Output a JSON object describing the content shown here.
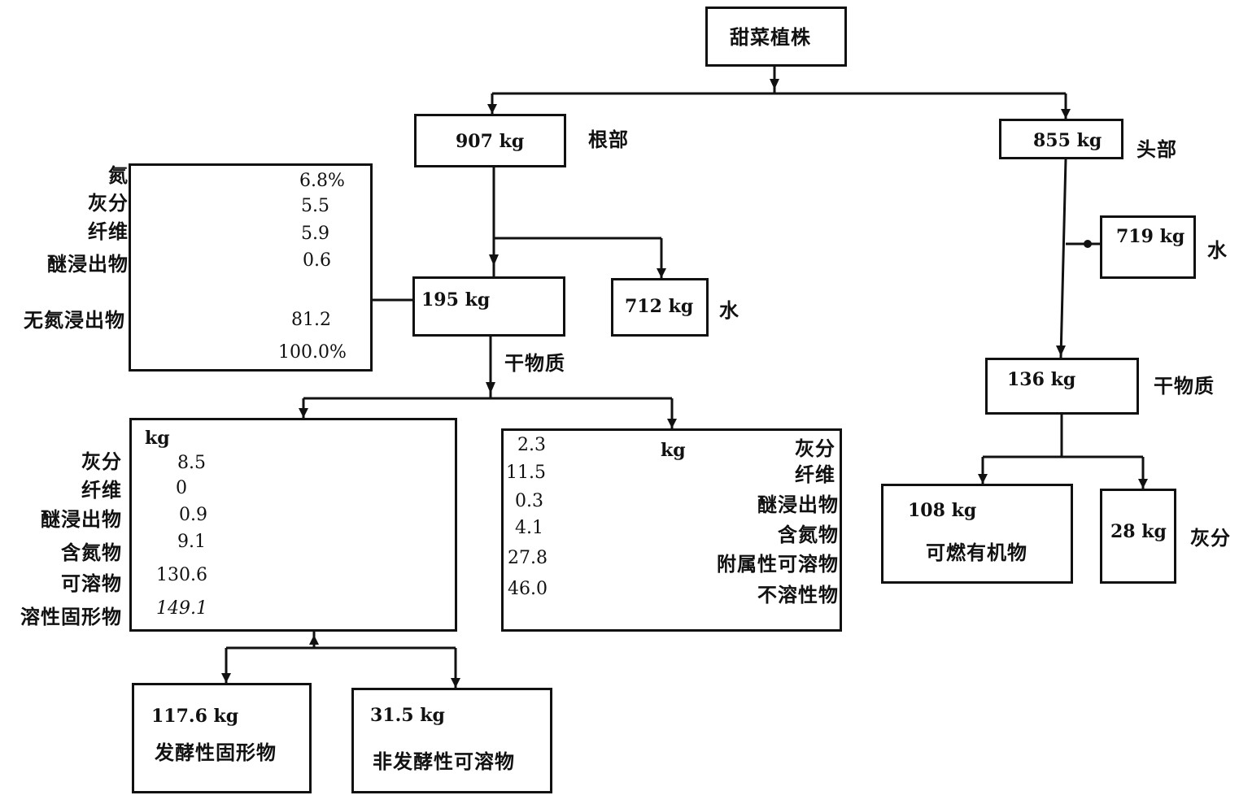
{
  "root": {
    "label": "甜菜植株"
  },
  "roots": {
    "mass": "907 kg",
    "label": "根部"
  },
  "tops": {
    "mass": "855 kg",
    "label": "头部"
  },
  "root_water": {
    "mass": "712 kg",
    "label": "水"
  },
  "root_dry": {
    "mass": "195 kg",
    "label": "干物质"
  },
  "root_composition": {
    "items": [
      {
        "name": "氮",
        "value": "6.8%"
      },
      {
        "name": "灰分",
        "value": "5.5"
      },
      {
        "name": "纤维",
        "value": "5.9"
      },
      {
        "name": "醚浸出物",
        "value": "0.6"
      },
      {
        "name": "无氮浸出物",
        "value": "81.2"
      }
    ],
    "total": "100.0%"
  },
  "soluble_box": {
    "unit": "kg",
    "items": [
      {
        "name": "灰分",
        "value": "8.5"
      },
      {
        "name": "纤维",
        "value": "0"
      },
      {
        "name": "醚浸出物",
        "value": "0.9"
      },
      {
        "name": "含氮物",
        "value": "9.1"
      },
      {
        "name": "可溶物",
        "value": "130.6"
      },
      {
        "name": "溶性固形物",
        "value": "149.1"
      }
    ]
  },
  "insoluble_box": {
    "unit": "kg",
    "items": [
      {
        "value": "2.3",
        "name": "灰分"
      },
      {
        "value": "11.5",
        "name": "纤维"
      },
      {
        "value": "0.3",
        "name": "醚浸出物"
      },
      {
        "value": "4.1",
        "name": "含氮物"
      },
      {
        "value": "27.8",
        "name": "附属性可溶物"
      },
      {
        "value": "46.0",
        "name": "不溶性物"
      }
    ]
  },
  "fermentable": {
    "mass": "117.6 kg",
    "label": "发酵性固形物"
  },
  "nonfermentable": {
    "mass": "31.5 kg",
    "label": "非发酵性可溶物"
  },
  "tops_water": {
    "mass": "719 kg",
    "label": "水"
  },
  "tops_dry": {
    "mass": "136 kg",
    "label": "干物质"
  },
  "combustible": {
    "mass": "108 kg",
    "label": "可燃有机物"
  },
  "tops_ash": {
    "mass": "28 kg",
    "label": "灰分"
  },
  "colors": {
    "ink": "#111111",
    "background": "#ffffff"
  }
}
